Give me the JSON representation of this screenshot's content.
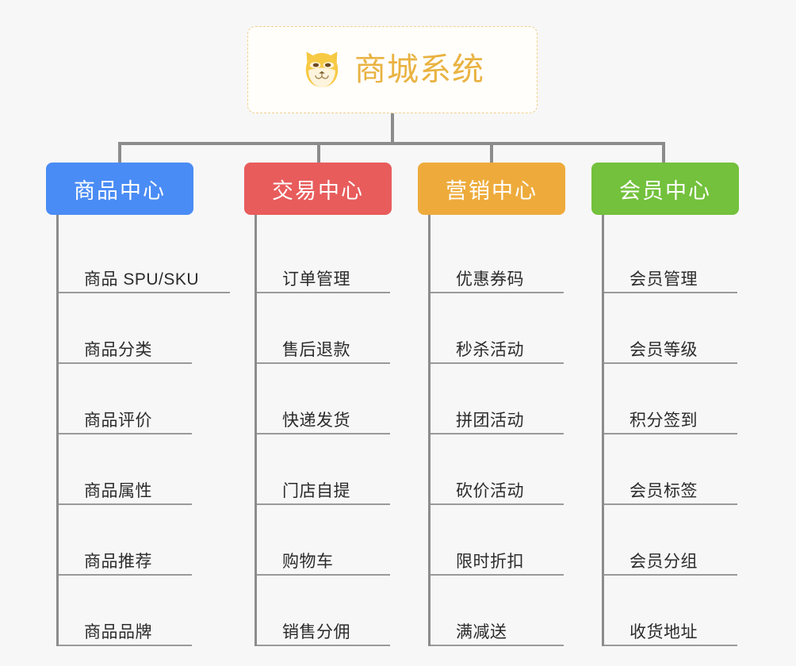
{
  "page": {
    "background_color": "#f7f7f7",
    "type": "organization-tree-diagram"
  },
  "root": {
    "title": "商城系统",
    "icon": "shiba-dog-face-icon",
    "title_color": "#e9b241",
    "border_color": "#f0cf8e",
    "background_color": "#fffefb"
  },
  "connector": {
    "color": "#8c8c8c"
  },
  "branches": [
    {
      "label": "商品中心",
      "color": "#4a8cf5",
      "children": [
        "商品 SPU/SKU",
        "商品分类",
        "商品评价",
        "商品属性",
        "商品推荐",
        "商品品牌"
      ]
    },
    {
      "label": "交易中心",
      "color": "#e85c5c",
      "children": [
        "订单管理",
        "售后退款",
        "快递发货",
        "门店自提",
        "购物车",
        "销售分佣"
      ]
    },
    {
      "label": "营销中心",
      "color": "#eeab3c",
      "children": [
        "优惠券码",
        "秒杀活动",
        "拼团活动",
        "砍价活动",
        "限时折扣",
        "满减送"
      ]
    },
    {
      "label": "会员中心",
      "color": "#73c13c",
      "children": [
        "会员管理",
        "会员等级",
        "积分签到",
        "会员标签",
        "会员分组",
        "收货地址"
      ]
    }
  ]
}
